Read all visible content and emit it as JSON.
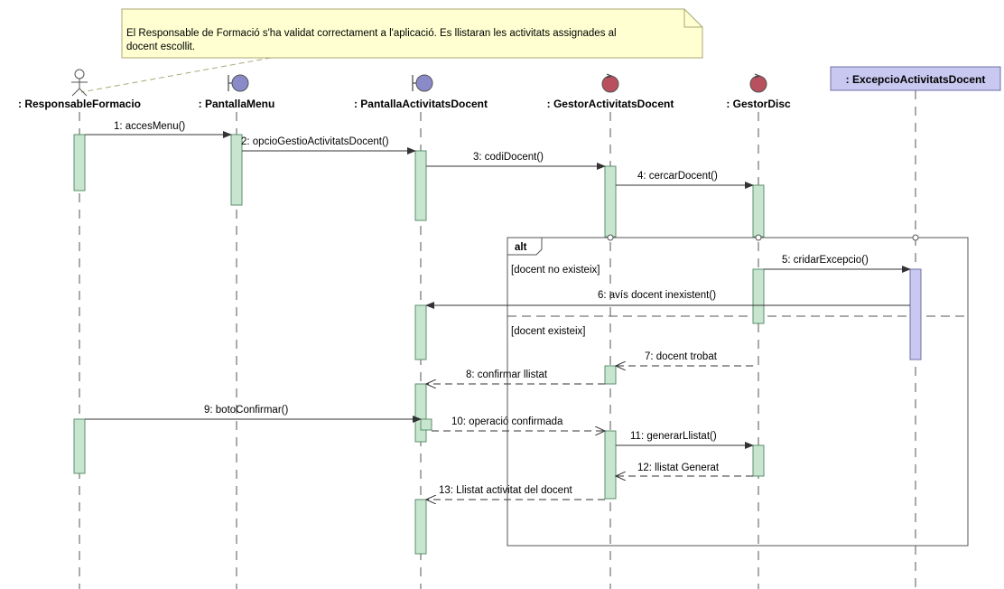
{
  "note": {
    "lines": [
      "El Responsable de Formació s'ha validat correctament a l'aplicació. Es llistaran  les activitats assignades al",
      "docent escollit."
    ]
  },
  "lifelines": {
    "responsable": {
      "label": ": ResponsableFormacio",
      "kind": "actor"
    },
    "pantalla_menu": {
      "label": ": PantallaMenu",
      "kind": "boundary"
    },
    "pantalla_activitats": {
      "label": ": PantallaActivitatsDocent",
      "kind": "boundary"
    },
    "gestor_activitats": {
      "label": ": GestorActivitatsDocent",
      "kind": "control"
    },
    "gestor_disc": {
      "label": ": GestorDisc",
      "kind": "control"
    },
    "excepcio": {
      "label": ": ExcepcioActivitatsDocent",
      "kind": "class-box"
    }
  },
  "fragment": {
    "operator": "alt",
    "guard_1": "[docent no existeix]",
    "guard_2": "[docent existeix]"
  },
  "messages": {
    "m1": "1: accesMenu()",
    "m2": "2: opcioGestioActivitatsDocent()",
    "m3": "3: codiDocent()",
    "m4": "4: cercarDocent()",
    "m5": "5: cridarExcepcio()",
    "m6": "6: avís docent inexistent()",
    "m7": "7: docent trobat",
    "m8": "8: confirmar llistat",
    "m9": "9: botoConfirmar()",
    "m10": "10: operació confirmada",
    "m11": "11: generarLlistat()",
    "m12": "12: llistat Generat",
    "m13": "13: Llistat activitat del docent"
  },
  "colors": {
    "activation_fill": "#c8e6cf",
    "activation_stroke": "#5b8f6e",
    "excepcio_fill": "#c8c8f0",
    "note_fill": "#ffffd2",
    "boundary_fill": "#8a8ac8",
    "control_fill": "#b8505e"
  }
}
